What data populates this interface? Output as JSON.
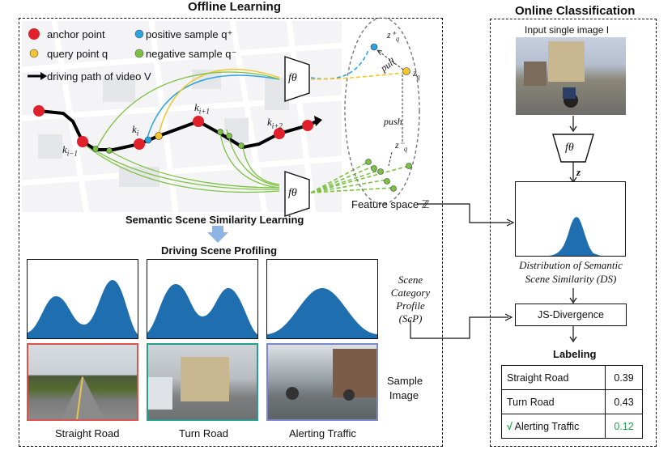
{
  "titles": {
    "offline": "Offline Learning",
    "online": "Online Classification"
  },
  "legend": {
    "anchor": "anchor  point",
    "positive": "positive sample q⁺",
    "query": "query point q",
    "negative": "negative sample q⁻",
    "path": "driving path of video V"
  },
  "map_labels": {
    "ki_minus1": "k",
    "ki_minus1_sub": "i−1",
    "ki": "k",
    "ki_sub": "i",
    "ki_plus1": "k",
    "ki_plus1_sub": "i+1",
    "ki_plus2": "k",
    "ki_plus2_sub": "i+2"
  },
  "encoder_label": "fθ",
  "feature_space": {
    "zq_plus": "z⁺",
    "zq_plus_sub": "q",
    "zq": "z",
    "zq_sub": "q",
    "zq_minus": "z⁻",
    "zq_minus_sub": "q",
    "pull": "pull",
    "push": "push",
    "label": "Feature space ℤ"
  },
  "semantic_learning": "Semantic Scene Similarity Learning",
  "profiling_title": "Driving Scene Profiling",
  "scp_label": [
    "Scene",
    "Category",
    "Profile",
    "(ScP)"
  ],
  "sample_image_label": [
    "Sample",
    "Image"
  ],
  "categories": [
    "Straight Road",
    "Turn Road",
    "Alerting Traffic"
  ],
  "online": {
    "input_label": "Input single image I",
    "z_label": "z",
    "ds_caption": [
      "Distribution of Semantic",
      "Scene Similarity (DS)"
    ],
    "js_label": "JS-Divergence",
    "labeling": "Labeling"
  },
  "labeling_table": [
    {
      "check": "",
      "label": "Straight Road",
      "value": "0.39"
    },
    {
      "check": "",
      "label": "Turn Road",
      "value": "0.43"
    },
    {
      "check": "√",
      "label": "Alerting Traffic",
      "value": "0.12"
    }
  ],
  "colors": {
    "anchor": "#e0202a",
    "positive": "#2aa3e0",
    "query": "#f2c531",
    "negative": "#7cc242",
    "hist": "#1f6fb0",
    "selected": "#1aa34a"
  }
}
